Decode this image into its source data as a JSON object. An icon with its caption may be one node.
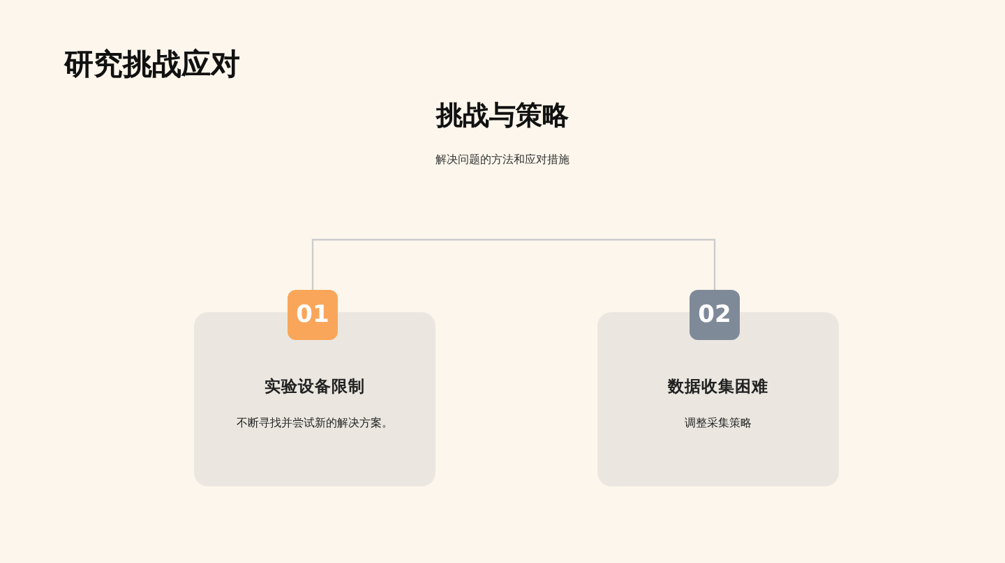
{
  "diagram": {
    "title": "研究挑战应对",
    "nodes": [
      {
        "text": [
          "01"
        ]
      },
      {
        "text": [
          "02"
        ]
      },
      {
        "text": [
          "实验设备限制",
          "不断寻找并尝试新的解决方案。"
        ]
      },
      {
        "text": [
          "数据收集困难",
          "调整采集策略"
        ]
      }
    ],
    "edges": [
      {
        "from": 0,
        "to": 1,
        "arrow": "none"
      }
    ],
    "labels": [
      "挑战与策略",
      "解决问题的方法和应对措施"
    ]
  }
}
